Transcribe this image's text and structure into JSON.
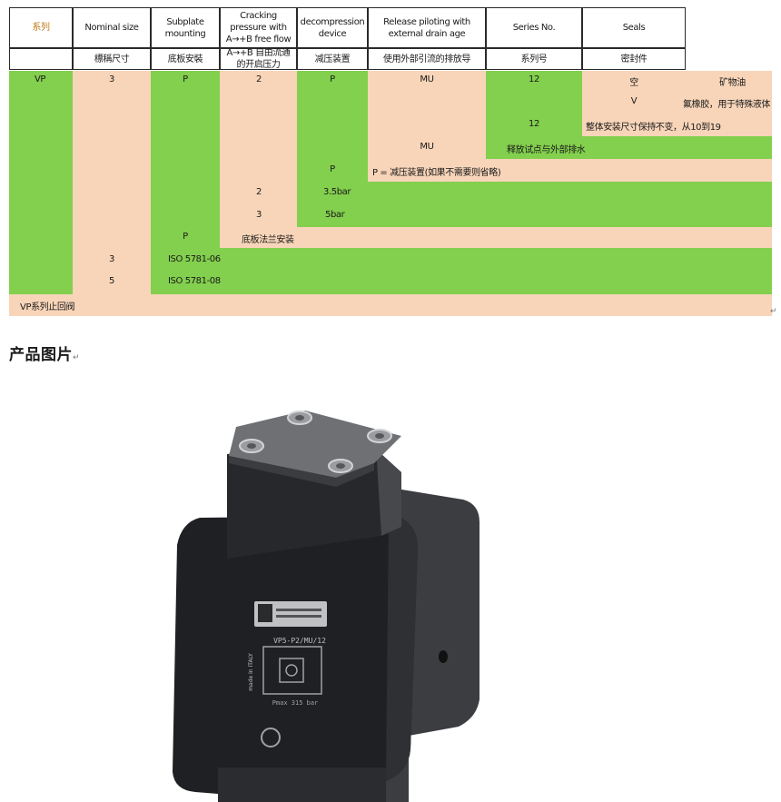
{
  "table": {
    "headers": [
      {
        "top": "系列",
        "bottom": ""
      },
      {
        "top": "Nominal size",
        "bottom": "標稱尺寸"
      },
      {
        "top": "Subplate mounting",
        "bottom": "底板安裝"
      },
      {
        "top": "Cracking pressure with A→+B free flow",
        "bottom": "A→+B 自由流通的开启压力"
      },
      {
        "top": "decompression device",
        "bottom": "减压装置"
      },
      {
        "top": "Release piloting with external drain age",
        "bottom": "使用外部引流的排放导"
      },
      {
        "top": "Series No.",
        "bottom": "系列号"
      },
      {
        "top": "Seals",
        "bottom": "密封件"
      }
    ],
    "cells": {
      "r1_series": "VP",
      "r1_size": "3",
      "r1_mount": "P",
      "r1_pressure": "2",
      "r1_decomp": "P",
      "r1_release": "MU",
      "r1_seriesno": "12",
      "r1_seal": "空",
      "r1_seal_desc": "矿物油",
      "r2_seal": "V",
      "r2_seal_desc": "氟橡胶，用于特殊液体",
      "r3_seriesno": "12",
      "r3_desc": "整体安装尺寸保持不变，从10到19",
      "r4_release": "MU",
      "r4_desc": "释放试点与外部排水",
      "r5_decomp": "P",
      "r5_desc": "P = 减压装置(如果不需要则省略)",
      "r6_pressure": "2",
      "r6_desc": "3.5bar",
      "r7_pressure": "3",
      "r7_desc": "5bar",
      "r8_mount": "P",
      "r8_desc": "底板法兰安装",
      "r9_size": "3",
      "r9_desc": "ISO 5781-06",
      "r10_size": "5",
      "r10_desc": "ISO 5781-08",
      "r11_desc": "VP系列止回阀"
    }
  },
  "section_heading": "产品图片",
  "return_mark": "↵",
  "colors": {
    "green": "#83cf4e",
    "peach": "#f8d5b9",
    "header_text": "#c07a1a"
  },
  "photo": {
    "nameplate_model": "VP5-P2/MU/12",
    "nameplate_made": "made in ITALY",
    "nameplate_pmax": "Pmax 315 bar"
  }
}
